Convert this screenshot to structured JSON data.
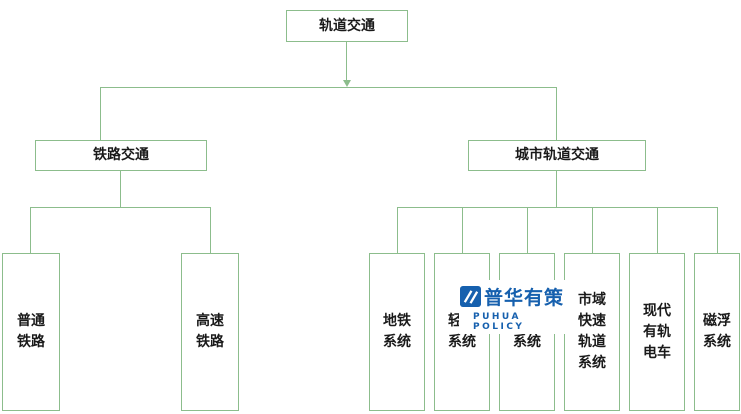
{
  "colors": {
    "line": "#8CBD8C",
    "node-border": "#8CBD8C",
    "node-text": "#1a1a1a",
    "brand-blue": "#1660AE"
  },
  "diagram": {
    "root": {
      "label": "轨道交通"
    },
    "branches": [
      {
        "label": "铁路交通"
      },
      {
        "label": "城市轨道交通"
      }
    ],
    "leaves": [
      {
        "label": "普通\n铁路"
      },
      {
        "label": "高速\n铁路"
      },
      {
        "label": "地铁\n系统"
      },
      {
        "label": "轻轨\n系统"
      },
      {
        "label": "单轨\n系统"
      },
      {
        "label": "市域\n快速\n轨道\n系统"
      },
      {
        "label": "现代\n有轨\n电车"
      },
      {
        "label": "磁浮\n系统"
      }
    ]
  },
  "watermark": {
    "brand": "普华有策",
    "subtitle": "PUHUA POLICY"
  }
}
